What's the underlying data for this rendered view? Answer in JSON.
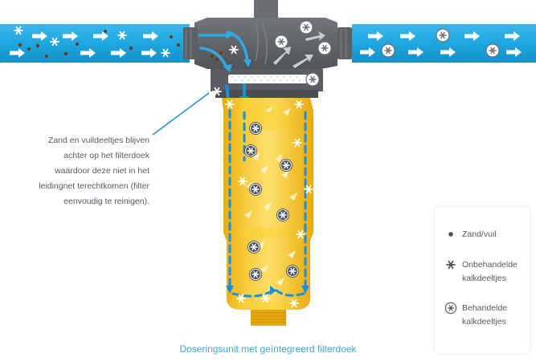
{
  "annotation": {
    "text": "Zand en vuildeeltjes blijven achter op het filterdoek waardoor deze niet in het leidingnet terechtkomen (filter eenvoudig te reinigen)."
  },
  "legend": {
    "items": [
      {
        "symbol": "dirt-dot-icon",
        "label": "Zand/vuil"
      },
      {
        "symbol": "untreated-limescale-icon",
        "label": "Onbehandelde kalkdeeltjes"
      },
      {
        "symbol": "treated-limescale-icon",
        "label": "Behandelde kalkdeeltjes"
      }
    ]
  },
  "caption": "Doseringsunit met geïntegreerd filterdoek",
  "colors": {
    "pipe": "#1ea7e0",
    "housing": "#62666b",
    "filter_body": "#f7c42a",
    "filter_accent": "#fbe06c",
    "arrow_flow": "#1b8fd6",
    "dirt": "#6b3a1a",
    "caption": "#3aa6dc"
  }
}
